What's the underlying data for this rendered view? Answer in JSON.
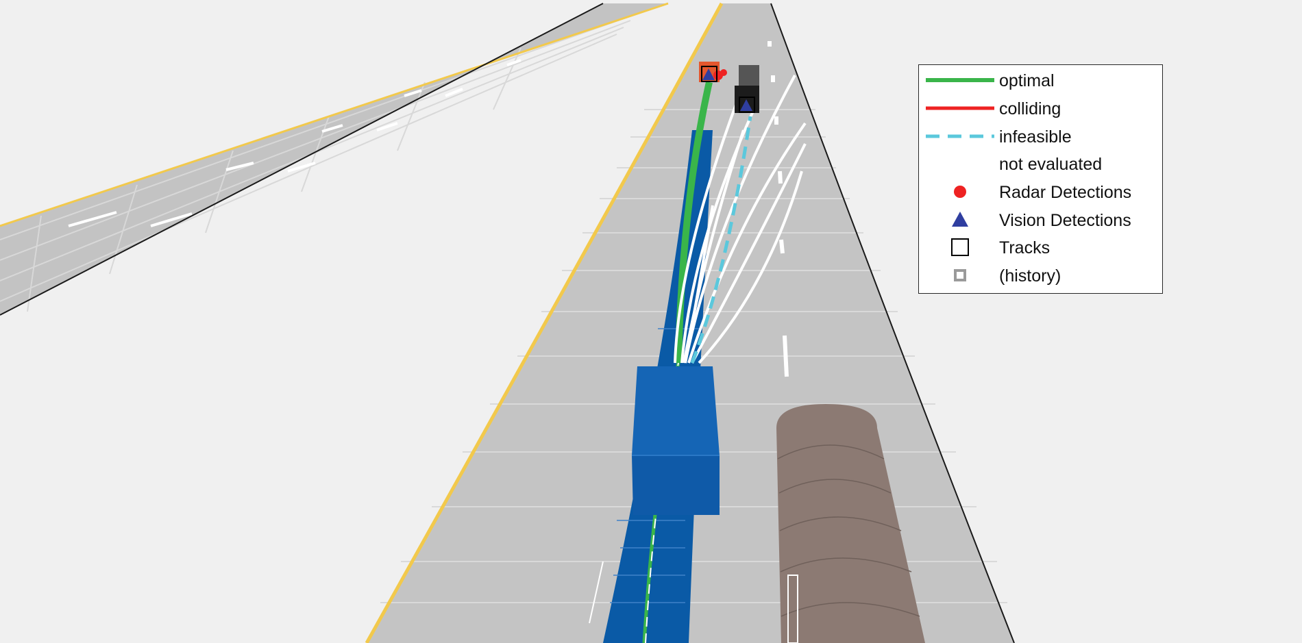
{
  "colors": {
    "background": "#f0f0f0",
    "road": "#c7c7c7",
    "lane_marking": "#ffffff",
    "road_edge_yellow": "#f2c94c",
    "ego_vehicle": "#1565b5",
    "ego_path": "#0a5aa6",
    "optimal": "#3ab54a",
    "colliding": "#ee2222",
    "infeasible": "#5bc8dc",
    "not_evaluated": "#ffffff",
    "radar": "#ee2222",
    "vision": "#2f3ea0",
    "track": "#000000",
    "history": "#9a9a9a",
    "barrier": "#8c7a73",
    "lead_vehicle_orange": "#e4572e",
    "lead_vehicle_dark": "#222222"
  },
  "legend": {
    "items": [
      {
        "key": "optimal",
        "label": "optimal",
        "symbol": "line-solid",
        "color": "#3ab54a"
      },
      {
        "key": "colliding",
        "label": "colliding",
        "symbol": "line-solid",
        "color": "#ee2222"
      },
      {
        "key": "infeasible",
        "label": "infeasible",
        "symbol": "line-dashed",
        "color": "#5bc8dc"
      },
      {
        "key": "not_evaluated",
        "label": "not evaluated",
        "symbol": "line-solid",
        "color": "#ffffff"
      },
      {
        "key": "radar",
        "label": "Radar Detections",
        "symbol": "circle",
        "color": "#ee2222"
      },
      {
        "key": "vision",
        "label": "Vision Detections",
        "symbol": "triangle",
        "color": "#2f3ea0"
      },
      {
        "key": "tracks",
        "label": "Tracks",
        "symbol": "square-outline",
        "color": "#000000"
      },
      {
        "key": "history",
        "label": "(history)",
        "symbol": "square-small",
        "color": "#9a9a9a"
      }
    ]
  }
}
